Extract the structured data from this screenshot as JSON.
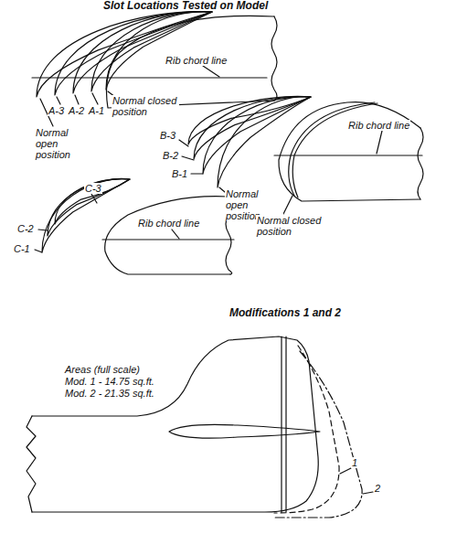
{
  "diagram": {
    "title": "Slot Locations Tested on Model",
    "labels": [
      "Rib chord line",
      "Normal open position",
      "A-3",
      "A-2",
      "A-1",
      "Normal closed position",
      "B-3",
      "B-2",
      "B-1",
      "Normal open position",
      "Rib chord line",
      "Normal closed position",
      "C-3",
      "C-2",
      "C-1",
      "Rib chord line",
      "Modifications 1 and 2",
      "Areas (full scale)",
      "Mod. 1 - 14.75 sq.ft.",
      "Mod. 2 - 21.35 sq.ft.",
      "1",
      "2"
    ]
  }
}
